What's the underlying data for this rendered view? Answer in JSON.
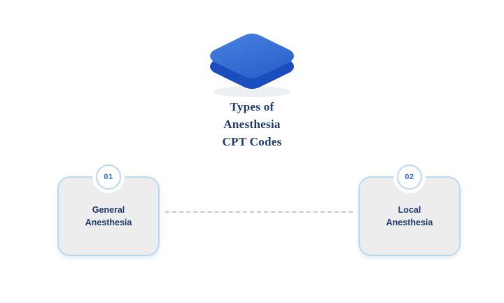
{
  "title": {
    "line1": "Types of",
    "line2": "Anesthesia",
    "line3": "CPT Codes"
  },
  "cards": [
    {
      "number": "01",
      "line1": "General",
      "line2": "Anesthesia"
    },
    {
      "number": "02",
      "line1": "Local",
      "line2": "Anesthesia"
    }
  ],
  "icons": {
    "cube": "blue-3d-diamond-cube"
  },
  "colors": {
    "cube_top": "#3069d2",
    "cube_top_light": "#4a82e0",
    "cube_side": "#1c4dbf",
    "dark_navy": "#1d3a6d",
    "badge_blue": "#2f6bd0",
    "card_border": "#b8d9f0",
    "card_bg": "#ededee",
    "dash_gray": "#c9c9c9"
  }
}
